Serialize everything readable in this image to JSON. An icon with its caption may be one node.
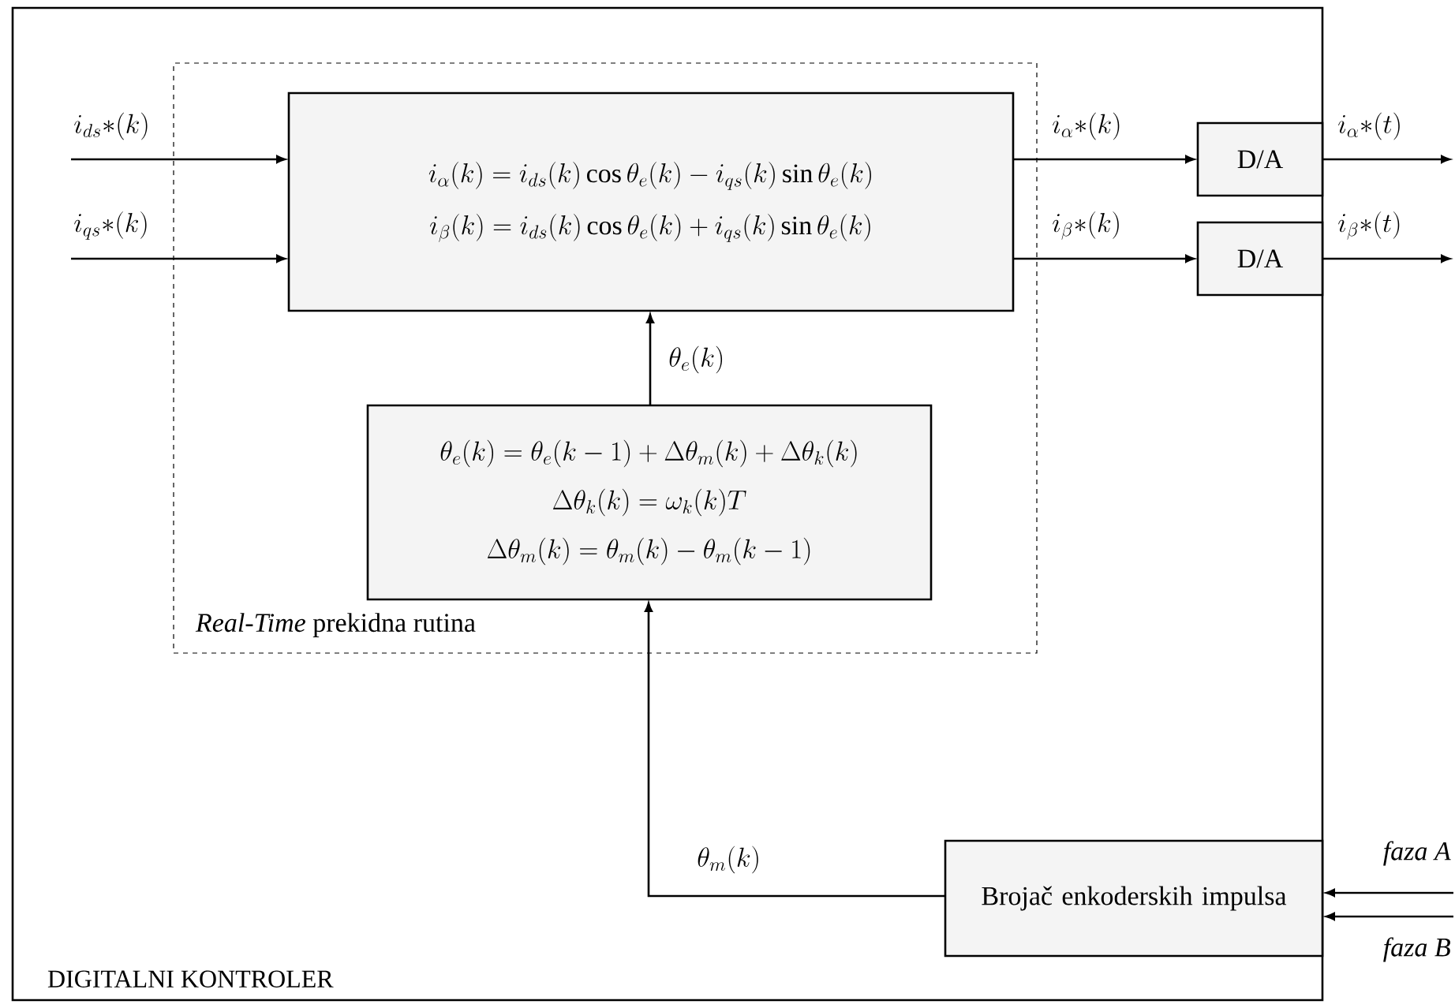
{
  "diagram": {
    "nodes": [
      {
        "text": [
          "DIGITALNI KONTROLER"
        ]
      },
      {
        "text": [
          "*Real-Time* prekidna rutina"
        ],
        "in": 0
      },
      {
        "text": [
          "i_{\\alpha}(k)=i_{ds}(k)\\cos\\theta_e(k)-i_{qs}(k)\\sin\\theta_e(k)",
          "i_{\\beta}(k)=i_{ds}(k)\\cos\\theta_e(k)+i_{qs}(k)\\sin\\theta_e(k)"
        ],
        "in": 1
      },
      {
        "text": [
          "\\theta_e(k)=\\theta_e(k-1)+\\Delta\\theta_m(k)+\\Delta\\theta_k(k)",
          "\\Delta\\theta_k(k)=\\omega_k(k)T",
          "\\Delta\\theta_m(k)=\\theta_m(k)-\\theta_m(k-1)"
        ],
        "in": 1
      },
      {
        "text": [
          "D/A"
        ],
        "in": 0
      },
      {
        "text": [
          "D/A"
        ],
        "in": 0
      },
      {
        "text": [
          "Brojač enkoderskih impulsa"
        ],
        "in": 0
      }
    ],
    "edges": [
      {
        "from": null,
        "to": 2,
        "arrow": "to",
        "label": "i_{ds}{*}(k)"
      },
      {
        "from": null,
        "to": 2,
        "arrow": "to",
        "label": "i_{qs}{*}(k)"
      },
      {
        "from": 2,
        "to": 4,
        "arrow": "to",
        "label": "i_{\\alpha}{*}(k)"
      },
      {
        "from": 2,
        "to": 5,
        "arrow": "to",
        "label": "i_{\\beta}{*}(k)"
      },
      {
        "from": 4,
        "to": null,
        "arrow": "to",
        "label": "i_{\\alpha}{*}(t)"
      },
      {
        "from": 5,
        "to": null,
        "arrow": "to",
        "label": "i_{\\beta}{*}(t)"
      },
      {
        "from": 3,
        "to": 2,
        "arrow": "to",
        "label": "\\theta_e(k)"
      },
      {
        "from": 6,
        "to": 3,
        "arrow": "to",
        "label": "\\theta_m(k)"
      },
      {
        "from": null,
        "to": 6,
        "arrow": "to",
        "label": "faza A"
      },
      {
        "from": null,
        "to": 6,
        "arrow": "to",
        "label": "faza B"
      }
    ]
  }
}
